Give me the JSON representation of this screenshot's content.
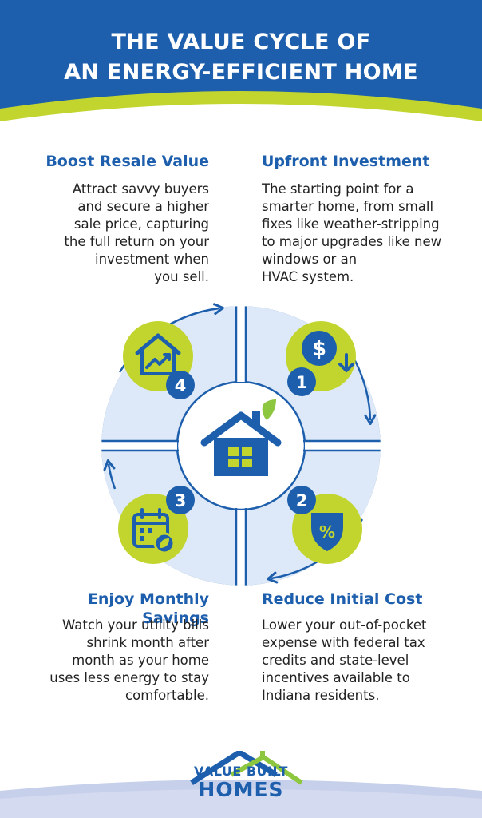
{
  "header": {
    "title_line1": "THE VALUE CYCLE OF",
    "title_line2": "AN ENERGY-EFFICIENT HOME"
  },
  "sections": {
    "boost": {
      "title": "Boost Resale Value",
      "body": [
        "Attract savvy buyers",
        "and secure a higher",
        "sale price, capturing",
        "the full return on your",
        "investment when",
        "you sell."
      ]
    },
    "upfront": {
      "title": "Upfront Investment",
      "body": [
        "The starting point for a",
        "smarter home, from small",
        "fixes like weather-stripping",
        "to major upgrades like new",
        "windows or an",
        "HVAC system."
      ]
    },
    "savings": {
      "title": "Enjoy Monthly Savings",
      "body": [
        "Watch your utility bills",
        "shrink month after",
        "month as your home",
        "uses less energy to stay",
        "comfortable."
      ]
    },
    "reduce": {
      "title": "Reduce Initial Cost",
      "body": [
        "Lower your out-of-pocket",
        "expense with federal tax",
        "credits and state-level",
        "incentives available to",
        "Indiana residents."
      ]
    }
  },
  "cycle": {
    "steps": [
      "1",
      "2",
      "3",
      "4"
    ],
    "icons": [
      "dollar-down-icon",
      "percent-shield-icon",
      "calendar-leaf-icon",
      "house-chart-icon",
      "house-leaf-icon"
    ]
  },
  "logo": {
    "line1": "VALUE BUILT",
    "line2": "HOMES"
  },
  "colors": {
    "blue": "#1d5fad",
    "lime": "#c2d52f",
    "light_blue": "#dde9f8",
    "text": "#222222"
  }
}
